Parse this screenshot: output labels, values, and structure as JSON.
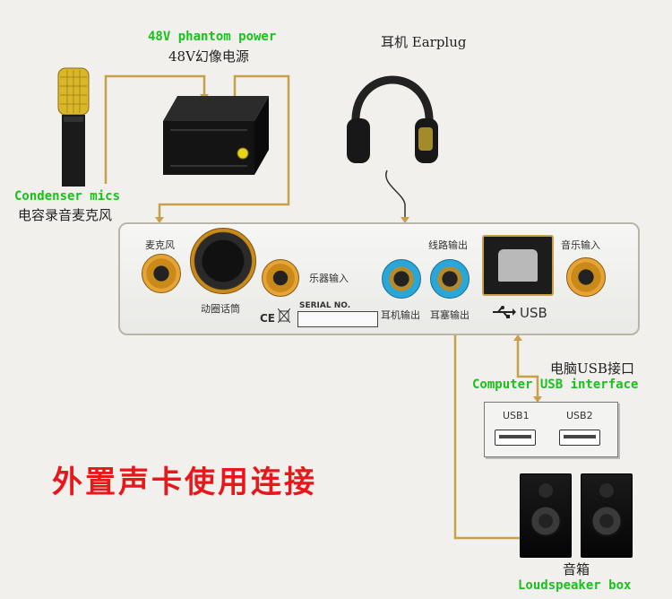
{
  "labels": {
    "phantom_en": "48V phantom power",
    "phantom_cn": "48V幻像电源",
    "earplug": "耳机 Earplug",
    "condenser_en": "Condenser mics",
    "condenser_cn": "电容录音麦克风",
    "mic_in": "麦克风",
    "dynamic_mic": "动圈话筒",
    "instrument_in": "乐器输入",
    "line_out": "线路输出",
    "music_in": "音乐输入",
    "headphone_out": "耳机输出",
    "earplug_out": "耳塞输出",
    "usb": "USB",
    "serial": "SERIAL NO.",
    "ce": "CE",
    "computer_usb_cn": "电脑USB接口",
    "computer_usb_en": "Computer USB interface",
    "usb1": "USB1",
    "usb2": "USB2",
    "main_title": "外置声卡使用连接",
    "speaker_cn": "音箱",
    "speaker_en": "Loudspeaker box"
  },
  "colors": {
    "accent_green": "#18c21a",
    "title_red": "#e8171b",
    "jack_orange": "#e6a436",
    "jack_blue": "#2aa6d8"
  },
  "icons": [
    "usb-icon",
    "weee-bin-icon"
  ]
}
